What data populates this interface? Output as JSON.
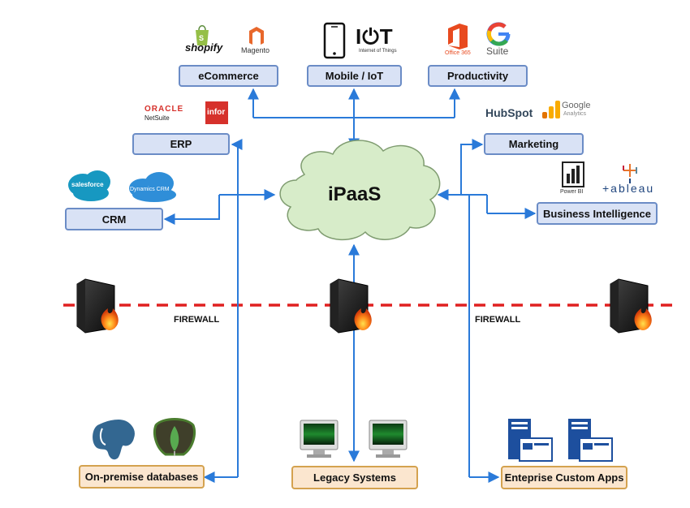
{
  "nodes": {
    "ecommerce": "eCommerce",
    "mobile_iot": "Mobile / IoT",
    "productivity": "Productivity",
    "erp": "ERP",
    "crm": "CRM",
    "marketing": "Marketing",
    "bi": "Business Intelligence",
    "onprem_db": "On-premise databases",
    "legacy": "Legacy Systems",
    "custom_apps": "Enteprise Custom Apps"
  },
  "center": "iPaaS",
  "firewall": {
    "left_label": "FIREWALL",
    "right_label": "FIREWALL"
  },
  "logos": {
    "shopify": "shopify",
    "magento": "Magento",
    "iot_main": "I⏻T",
    "iot_sub": "Internet of Things",
    "office": "Office 365",
    "google": "G",
    "suite": "Suite",
    "oracle": "ORACLE",
    "netsuite": "NetSuite",
    "infor": "infor",
    "salesforce": "salesforce",
    "dynamics": "Dynamics CRM",
    "hubspot": "HubSpot",
    "google_analytics": "Google",
    "analytics_sub": "Analytics",
    "powerbi": "Power BI",
    "tableau": "+ableau"
  },
  "colors": {
    "arrow": "#2a7ad9",
    "firewall_line": "#e02020",
    "cloud_fill": "#d7ecc9",
    "cloud_stroke": "#7f9c70",
    "cloud_box_fill": "#d9e2f5",
    "onprem_box_fill": "#fbe6cf"
  }
}
